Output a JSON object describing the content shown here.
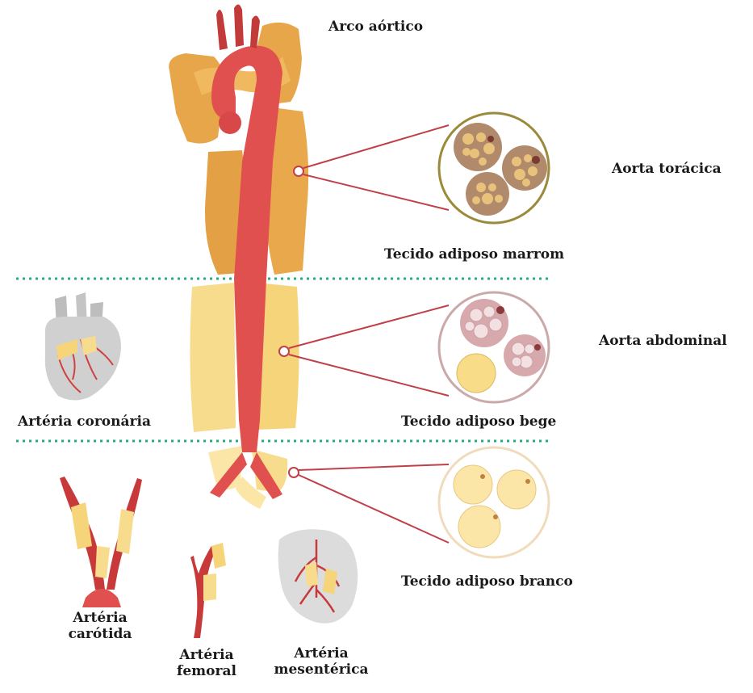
{
  "labels": {
    "aortic_arch": "Arco aórtico",
    "thoracic_aorta": "Aorta torácica",
    "brown_adipose": "Tecido adiposo marrom",
    "abdominal_aorta": "Aorta abdominal",
    "coronary_artery": "Artéria coronária",
    "beige_adipose": "Tecido adiposo bege",
    "white_adipose": "Tecido adiposo branco",
    "carotid_line1": "Artéria",
    "carotid_line2": "carótida",
    "femoral_line1": "Artéria",
    "femoral_line2": "femoral",
    "mesenteric_line1": "Artéria",
    "mesenteric_line2": "mesentérica"
  },
  "colors": {
    "artery": "#e0504f",
    "artery_dark": "#c23a3a",
    "brown_fat": "#e8a64a",
    "beige_fat": "#f8dc8e",
    "white_fat": "#fbe6a8",
    "divider": "#21b07a",
    "connector": "#c0404a",
    "brown_circle_border": "#9a8a3a",
    "beige_circle_border": "#c9a9a9",
    "white_circle_border": "#f0dcbc"
  }
}
